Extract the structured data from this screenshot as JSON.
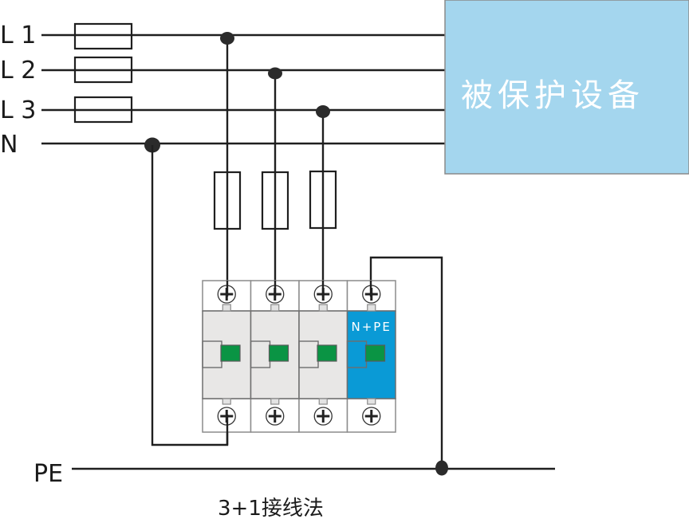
{
  "lines": [
    {
      "id": "L1",
      "label": "L 1"
    },
    {
      "id": "L2",
      "label": "L 2"
    },
    {
      "id": "L3",
      "label": "L 3"
    },
    {
      "id": "N",
      "label": "N"
    }
  ],
  "pe": {
    "label": "PE"
  },
  "device": {
    "label": "被保护设备",
    "color": "#a4d6ee"
  },
  "spd": {
    "modules": [
      {
        "id": "L1",
        "type": "phase",
        "label": ""
      },
      {
        "id": "L2",
        "type": "phase",
        "label": ""
      },
      {
        "id": "L3",
        "type": "phase",
        "label": ""
      },
      {
        "id": "NPE",
        "type": "n-pe",
        "label": "N+PE"
      }
    ],
    "colors": {
      "phase_body": "#e8e7e6",
      "npe_body": "#0a9ad6",
      "indicator": "#0a9444"
    }
  },
  "caption": "3+1接线法"
}
